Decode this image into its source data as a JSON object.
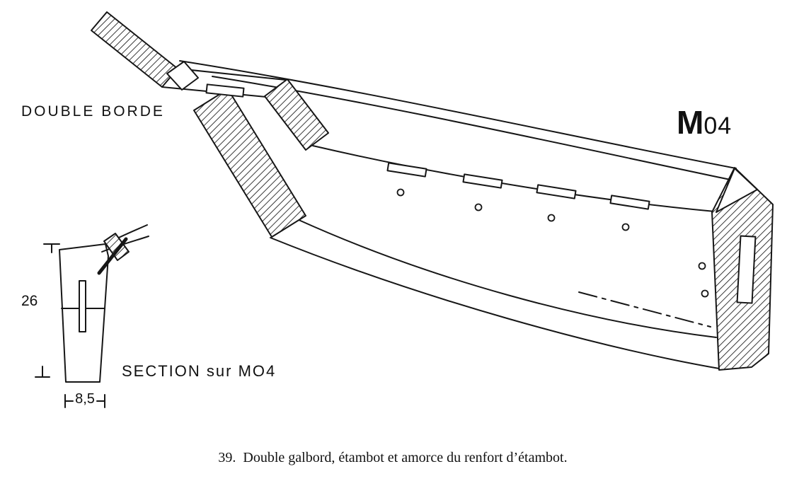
{
  "figure": {
    "labels": {
      "double_borde": "DOUBLE BORDE",
      "m04_prefix": "M",
      "m04_number": "04",
      "dim_height": "26",
      "section": "SECTION sur MO4",
      "dim_width": "8,5"
    },
    "caption": {
      "number": "39.",
      "text": "Double galbord, étambot et amorce du renfort d’étambot."
    },
    "colors": {
      "ink": "#161616",
      "paper": "#ffffff"
    }
  }
}
